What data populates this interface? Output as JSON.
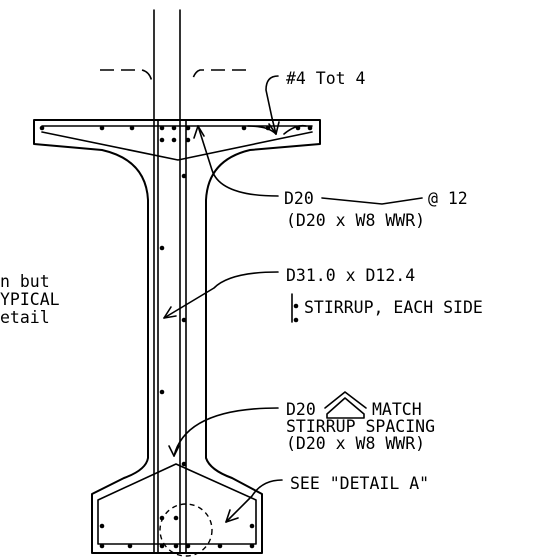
{
  "labels": {
    "bar_top": "#4 Tot 4",
    "d20_flange": "D20",
    "d20_spacing": "@ 12",
    "wwr_top": "(D20 x W8 WWR)",
    "stirrup_size": "D31.0 x D12.4",
    "stirrup_each_side": "STIRRUP, EACH SIDE",
    "d20_bottom": "D20",
    "match": "MATCH",
    "stirrup_spacing": "STIRRUP SPACING",
    "wwr_bottom": "(D20 x W8 WWR)",
    "see_detail": "SEE \"DETAIL A\""
  },
  "left_note": {
    "line1": "n but",
    "line2": "YPICAL",
    "line3": "etail"
  }
}
